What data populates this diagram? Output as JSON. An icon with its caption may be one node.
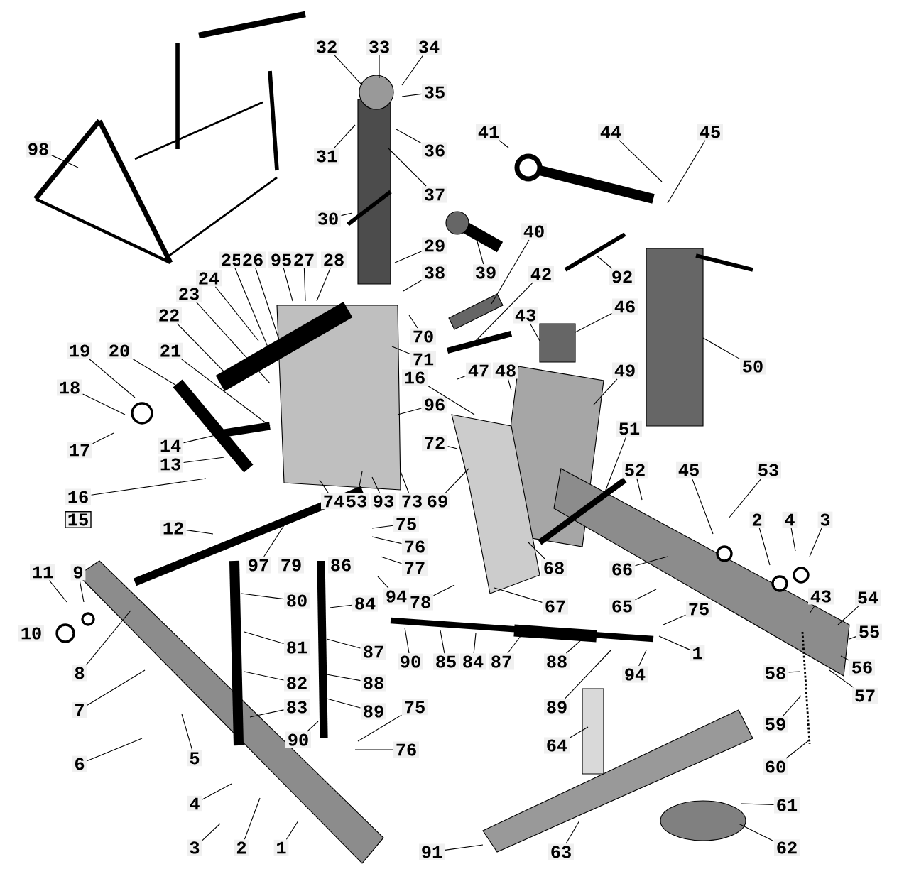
{
  "diagram": {
    "nodes": [
      {
        "text": [
          "98"
        ]
      },
      {
        "text": [
          "32"
        ]
      },
      {
        "text": [
          "33"
        ]
      },
      {
        "text": [
          "34"
        ]
      },
      {
        "text": [
          "35"
        ]
      },
      {
        "text": [
          "31"
        ]
      },
      {
        "text": [
          "36"
        ]
      },
      {
        "text": [
          "37"
        ]
      },
      {
        "text": [
          "41"
        ]
      },
      {
        "text": [
          "44"
        ]
      },
      {
        "text": [
          "45"
        ]
      },
      {
        "text": [
          "30"
        ]
      },
      {
        "text": [
          "39"
        ]
      },
      {
        "text": [
          "40"
        ]
      },
      {
        "text": [
          "29"
        ]
      },
      {
        "text": [
          "38"
        ]
      },
      {
        "text": [
          "92"
        ]
      },
      {
        "text": [
          "25"
        ]
      },
      {
        "text": [
          "26"
        ]
      },
      {
        "text": [
          "95"
        ]
      },
      {
        "text": [
          "27"
        ]
      },
      {
        "text": [
          "28"
        ]
      },
      {
        "text": [
          "24"
        ]
      },
      {
        "text": [
          "23"
        ]
      },
      {
        "text": [
          "42"
        ]
      },
      {
        "text": [
          "46"
        ]
      },
      {
        "text": [
          "43"
        ]
      },
      {
        "text": [
          "22"
        ]
      },
      {
        "text": [
          "70"
        ]
      },
      {
        "text": [
          "19"
        ]
      },
      {
        "text": [
          "20"
        ]
      },
      {
        "text": [
          "21"
        ]
      },
      {
        "text": [
          "71"
        ]
      },
      {
        "text": [
          "50"
        ]
      },
      {
        "text": [
          "47"
        ]
      },
      {
        "text": [
          "48"
        ]
      },
      {
        "text": [
          "49"
        ]
      },
      {
        "text": [
          "16"
        ]
      },
      {
        "text": [
          "18"
        ]
      },
      {
        "text": [
          "96"
        ]
      },
      {
        "text": [
          "51"
        ]
      },
      {
        "text": [
          "72"
        ]
      },
      {
        "text": [
          "17"
        ]
      },
      {
        "text": [
          "14"
        ]
      },
      {
        "text": [
          "13"
        ]
      },
      {
        "text": [
          "52"
        ]
      },
      {
        "text": [
          "45"
        ]
      },
      {
        "text": [
          "53"
        ]
      },
      {
        "text": [
          "16"
        ]
      },
      {
        "text": [
          "15"
        ]
      },
      {
        "text": [
          "74"
        ]
      },
      {
        "text": [
          "53"
        ]
      },
      {
        "text": [
          "93"
        ]
      },
      {
        "text": [
          "73"
        ]
      },
      {
        "text": [
          "69"
        ]
      },
      {
        "text": [
          "2"
        ]
      },
      {
        "text": [
          "4"
        ]
      },
      {
        "text": [
          "3"
        ]
      },
      {
        "text": [
          "75"
        ]
      },
      {
        "text": [
          "12"
        ]
      },
      {
        "text": [
          "76"
        ]
      },
      {
        "text": [
          "97"
        ]
      },
      {
        "text": [
          "79"
        ]
      },
      {
        "text": [
          "86"
        ]
      },
      {
        "text": [
          "77"
        ]
      },
      {
        "text": [
          "68"
        ]
      },
      {
        "text": [
          "66"
        ]
      },
      {
        "text": [
          "9"
        ]
      },
      {
        "text": [
          "11"
        ]
      },
      {
        "text": [
          "94"
        ]
      },
      {
        "text": [
          "84"
        ]
      },
      {
        "text": [
          "78"
        ]
      },
      {
        "text": [
          "80"
        ]
      },
      {
        "text": [
          "67"
        ]
      },
      {
        "text": [
          "65"
        ]
      },
      {
        "text": [
          "75"
        ]
      },
      {
        "text": [
          "43"
        ]
      },
      {
        "text": [
          "54"
        ]
      },
      {
        "text": [
          "10"
        ]
      },
      {
        "text": [
          "55"
        ]
      },
      {
        "text": [
          "81"
        ]
      },
      {
        "text": [
          "87"
        ]
      },
      {
        "text": [
          "1"
        ]
      },
      {
        "text": [
          "90"
        ]
      },
      {
        "text": [
          "85"
        ]
      },
      {
        "text": [
          "84"
        ]
      },
      {
        "text": [
          "87"
        ]
      },
      {
        "text": [
          "88"
        ]
      },
      {
        "text": [
          "56"
        ]
      },
      {
        "text": [
          "8"
        ]
      },
      {
        "text": [
          "58"
        ]
      },
      {
        "text": [
          "94"
        ]
      },
      {
        "text": [
          "82"
        ]
      },
      {
        "text": [
          "88"
        ]
      },
      {
        "text": [
          "57"
        ]
      },
      {
        "text": [
          "75"
        ]
      },
      {
        "text": [
          "83"
        ]
      },
      {
        "text": [
          "89"
        ]
      },
      {
        "text": [
          "7"
        ]
      },
      {
        "text": [
          "89"
        ]
      },
      {
        "text": [
          "59"
        ]
      },
      {
        "text": [
          "5"
        ]
      },
      {
        "text": [
          "6"
        ]
      },
      {
        "text": [
          "90"
        ]
      },
      {
        "text": [
          "64"
        ]
      },
      {
        "text": [
          "76"
        ]
      },
      {
        "text": [
          "60"
        ]
      },
      {
        "text": [
          "4"
        ]
      },
      {
        "text": [
          "61"
        ]
      },
      {
        "text": [
          "3"
        ]
      },
      {
        "text": [
          "2"
        ]
      },
      {
        "text": [
          "1"
        ]
      },
      {
        "text": [
          "62"
        ]
      },
      {
        "text": [
          "91"
        ]
      },
      {
        "text": [
          "63"
        ]
      }
    ],
    "edges": [
      {
        "from": 0,
        "to": null,
        "arrow": "none"
      },
      {
        "from": 1,
        "to": null,
        "arrow": "none"
      },
      {
        "from": 2,
        "to": null,
        "arrow": "none"
      },
      {
        "from": 3,
        "to": null,
        "arrow": "none"
      },
      {
        "from": 4,
        "to": null,
        "arrow": "none"
      },
      {
        "from": 5,
        "to": null,
        "arrow": "none"
      },
      {
        "from": 6,
        "to": null,
        "arrow": "none"
      },
      {
        "from": 7,
        "to": null,
        "arrow": "none"
      },
      {
        "from": 8,
        "to": null,
        "arrow": "none"
      },
      {
        "from": 9,
        "to": null,
        "arrow": "none"
      },
      {
        "from": 10,
        "to": null,
        "arrow": "none"
      },
      {
        "from": 11,
        "to": null,
        "arrow": "none"
      },
      {
        "from": 12,
        "to": null,
        "arrow": "none"
      },
      {
        "from": 13,
        "to": null,
        "arrow": "none"
      },
      {
        "from": 14,
        "to": null,
        "arrow": "none"
      },
      {
        "from": 15,
        "to": null,
        "arrow": "none"
      },
      {
        "from": 16,
        "to": null,
        "arrow": "none"
      },
      {
        "from": 17,
        "to": null,
        "arrow": "none"
      },
      {
        "from": 18,
        "to": null,
        "arrow": "none"
      },
      {
        "from": 19,
        "to": null,
        "arrow": "none"
      },
      {
        "from": 20,
        "to": null,
        "arrow": "none"
      },
      {
        "from": 21,
        "to": null,
        "arrow": "none"
      },
      {
        "from": 22,
        "to": null,
        "arrow": "none"
      },
      {
        "from": 23,
        "to": null,
        "arrow": "none"
      },
      {
        "from": 24,
        "to": null,
        "arrow": "none"
      },
      {
        "from": 25,
        "to": null,
        "arrow": "none"
      },
      {
        "from": 26,
        "to": null,
        "arrow": "none"
      },
      {
        "from": 27,
        "to": null,
        "arrow": "none"
      },
      {
        "from": 28,
        "to": null,
        "arrow": "none"
      },
      {
        "from": 29,
        "to": null,
        "arrow": "none"
      },
      {
        "from": 30,
        "to": null,
        "arrow": "none"
      },
      {
        "from": 31,
        "to": null,
        "arrow": "none"
      },
      {
        "from": 32,
        "to": null,
        "arrow": "none"
      },
      {
        "from": 33,
        "to": null,
        "arrow": "none"
      },
      {
        "from": 34,
        "to": null,
        "arrow": "none"
      },
      {
        "from": 35,
        "to": null,
        "arrow": "none"
      },
      {
        "from": 36,
        "to": null,
        "arrow": "none"
      },
      {
        "from": 37,
        "to": null,
        "arrow": "none"
      },
      {
        "from": 38,
        "to": null,
        "arrow": "none"
      },
      {
        "from": 39,
        "to": null,
        "arrow": "none"
      },
      {
        "from": 40,
        "to": null,
        "arrow": "none"
      },
      {
        "from": 41,
        "to": null,
        "arrow": "none"
      },
      {
        "from": 42,
        "to": null,
        "arrow": "none"
      },
      {
        "from": 43,
        "to": null,
        "arrow": "none"
      },
      {
        "from": 44,
        "to": null,
        "arrow": "none"
      },
      {
        "from": 45,
        "to": null,
        "arrow": "none"
      },
      {
        "from": 46,
        "to": null,
        "arrow": "none"
      },
      {
        "from": 47,
        "to": null,
        "arrow": "none"
      },
      {
        "from": 48,
        "to": null,
        "arrow": "none"
      },
      {
        "from": 50,
        "to": null,
        "arrow": "none"
      },
      {
        "from": 51,
        "to": null,
        "arrow": "none"
      },
      {
        "from": 52,
        "to": null,
        "arrow": "none"
      },
      {
        "from": 53,
        "to": null,
        "arrow": "none"
      },
      {
        "from": 54,
        "to": null,
        "arrow": "none"
      },
      {
        "from": 55,
        "to": null,
        "arrow": "none"
      },
      {
        "from": 56,
        "to": null,
        "arrow": "none"
      },
      {
        "from": 57,
        "to": null,
        "arrow": "none"
      },
      {
        "from": 58,
        "to": null,
        "arrow": "none"
      },
      {
        "from": 59,
        "to": null,
        "arrow": "none"
      },
      {
        "from": 60,
        "to": null,
        "arrow": "none"
      },
      {
        "from": 61,
        "to": null,
        "arrow": "none"
      },
      {
        "from": 64,
        "to": null,
        "arrow": "none"
      },
      {
        "from": 65,
        "to": null,
        "arrow": "none"
      },
      {
        "from": 66,
        "to": null,
        "arrow": "none"
      },
      {
        "from": 67,
        "to": null,
        "arrow": "none"
      },
      {
        "from": 68,
        "to": null,
        "arrow": "none"
      },
      {
        "from": 69,
        "to": null,
        "arrow": "none"
      },
      {
        "from": 70,
        "to": null,
        "arrow": "none"
      },
      {
        "from": 71,
        "to": null,
        "arrow": "none"
      },
      {
        "from": 72,
        "to": null,
        "arrow": "none"
      },
      {
        "from": 73,
        "to": null,
        "arrow": "none"
      },
      {
        "from": 74,
        "to": null,
        "arrow": "none"
      },
      {
        "from": 75,
        "to": null,
        "arrow": "none"
      },
      {
        "from": 76,
        "to": null,
        "arrow": "none"
      },
      {
        "from": 77,
        "to": null,
        "arrow": "none"
      },
      {
        "from": 79,
        "to": null,
        "arrow": "none"
      },
      {
        "from": 80,
        "to": null,
        "arrow": "none"
      },
      {
        "from": 81,
        "to": null,
        "arrow": "none"
      },
      {
        "from": 82,
        "to": null,
        "arrow": "none"
      },
      {
        "from": 83,
        "to": null,
        "arrow": "none"
      },
      {
        "from": 84,
        "to": null,
        "arrow": "none"
      },
      {
        "from": 85,
        "to": null,
        "arrow": "none"
      },
      {
        "from": 86,
        "to": null,
        "arrow": "none"
      },
      {
        "from": 87,
        "to": null,
        "arrow": "none"
      },
      {
        "from": 88,
        "to": null,
        "arrow": "none"
      },
      {
        "from": 89,
        "to": null,
        "arrow": "none"
      },
      {
        "from": 90,
        "to": null,
        "arrow": "none"
      },
      {
        "from": 91,
        "to": null,
        "arrow": "none"
      },
      {
        "from": 92,
        "to": null,
        "arrow": "none"
      },
      {
        "from": 93,
        "to": null,
        "arrow": "none"
      },
      {
        "from": 94,
        "to": null,
        "arrow": "none"
      },
      {
        "from": 95,
        "to": null,
        "arrow": "none"
      },
      {
        "from": 96,
        "to": null,
        "arrow": "none"
      },
      {
        "from": 97,
        "to": null,
        "arrow": "none"
      },
      {
        "from": 98,
        "to": null,
        "arrow": "none"
      },
      {
        "from": 99,
        "to": null,
        "arrow": "none"
      },
      {
        "from": 100,
        "to": null,
        "arrow": "none"
      },
      {
        "from": 101,
        "to": null,
        "arrow": "none"
      },
      {
        "from": 102,
        "to": null,
        "arrow": "none"
      },
      {
        "from": 103,
        "to": null,
        "arrow": "none"
      },
      {
        "from": 104,
        "to": null,
        "arrow": "none"
      },
      {
        "from": 105,
        "to": null,
        "arrow": "none"
      },
      {
        "from": 106,
        "to": null,
        "arrow": "none"
      },
      {
        "from": 107,
        "to": null,
        "arrow": "none"
      },
      {
        "from": 108,
        "to": null,
        "arrow": "none"
      },
      {
        "from": 109,
        "to": null,
        "arrow": "none"
      },
      {
        "from": 110,
        "to": null,
        "arrow": "none"
      },
      {
        "from": 111,
        "to": null,
        "arrow": "none"
      },
      {
        "from": 112,
        "to": null,
        "arrow": "none"
      },
      {
        "from": 113,
        "to": null,
        "arrow": "none"
      },
      {
        "from": 114,
        "to": null,
        "arrow": "none"
      }
    ]
  }
}
